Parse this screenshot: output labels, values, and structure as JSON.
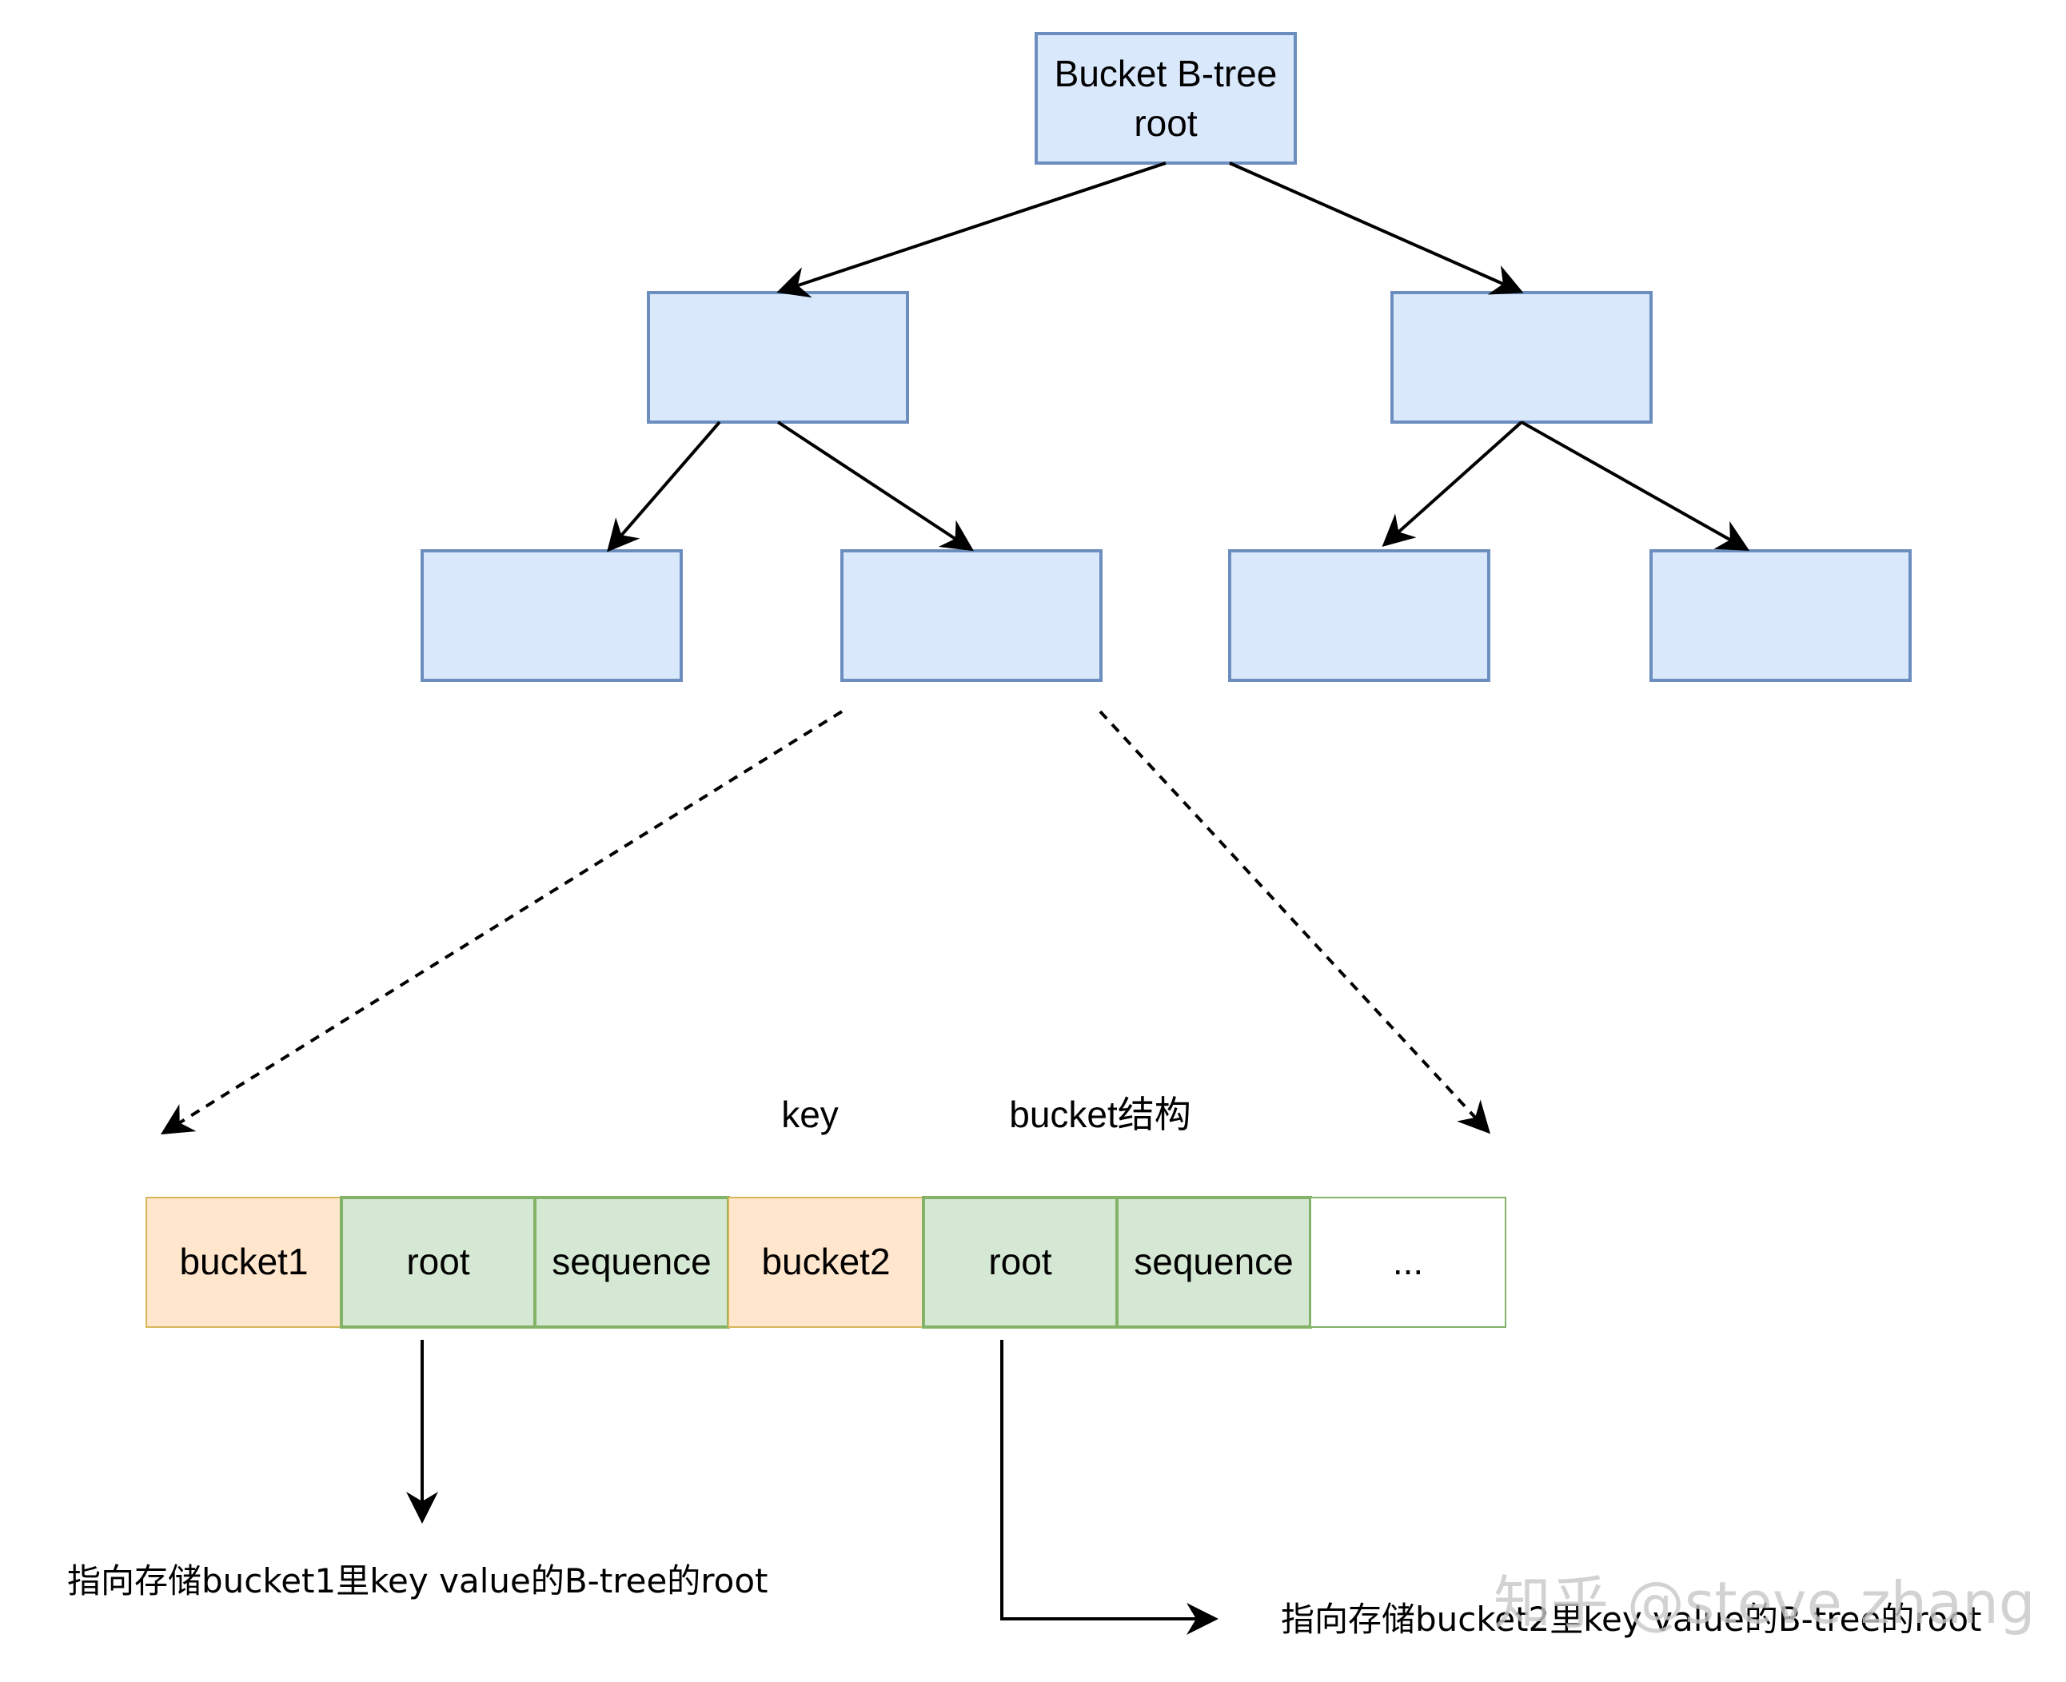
{
  "tree": {
    "root_line1": "Bucket B-tree",
    "root_line2": "root"
  },
  "headers": {
    "key": "key",
    "bucket_struct": "bucket结构"
  },
  "cells": [
    "bucket1",
    "root",
    "sequence",
    "bucket2",
    "root",
    "sequence",
    "..."
  ],
  "notes": {
    "bucket1": "指向存储bucket1里key value的B-tree的root",
    "bucket2": "指向存储bucket2里key value的B-tree的root"
  },
  "watermark": "知乎 @steve zhang",
  "colors": {
    "node_fill": "#dae8fc",
    "node_stroke": "#6c8ebf",
    "key_fill": "#ffe6cc",
    "value_fill": "#d5e8d4",
    "value_stroke": "#82b366"
  }
}
